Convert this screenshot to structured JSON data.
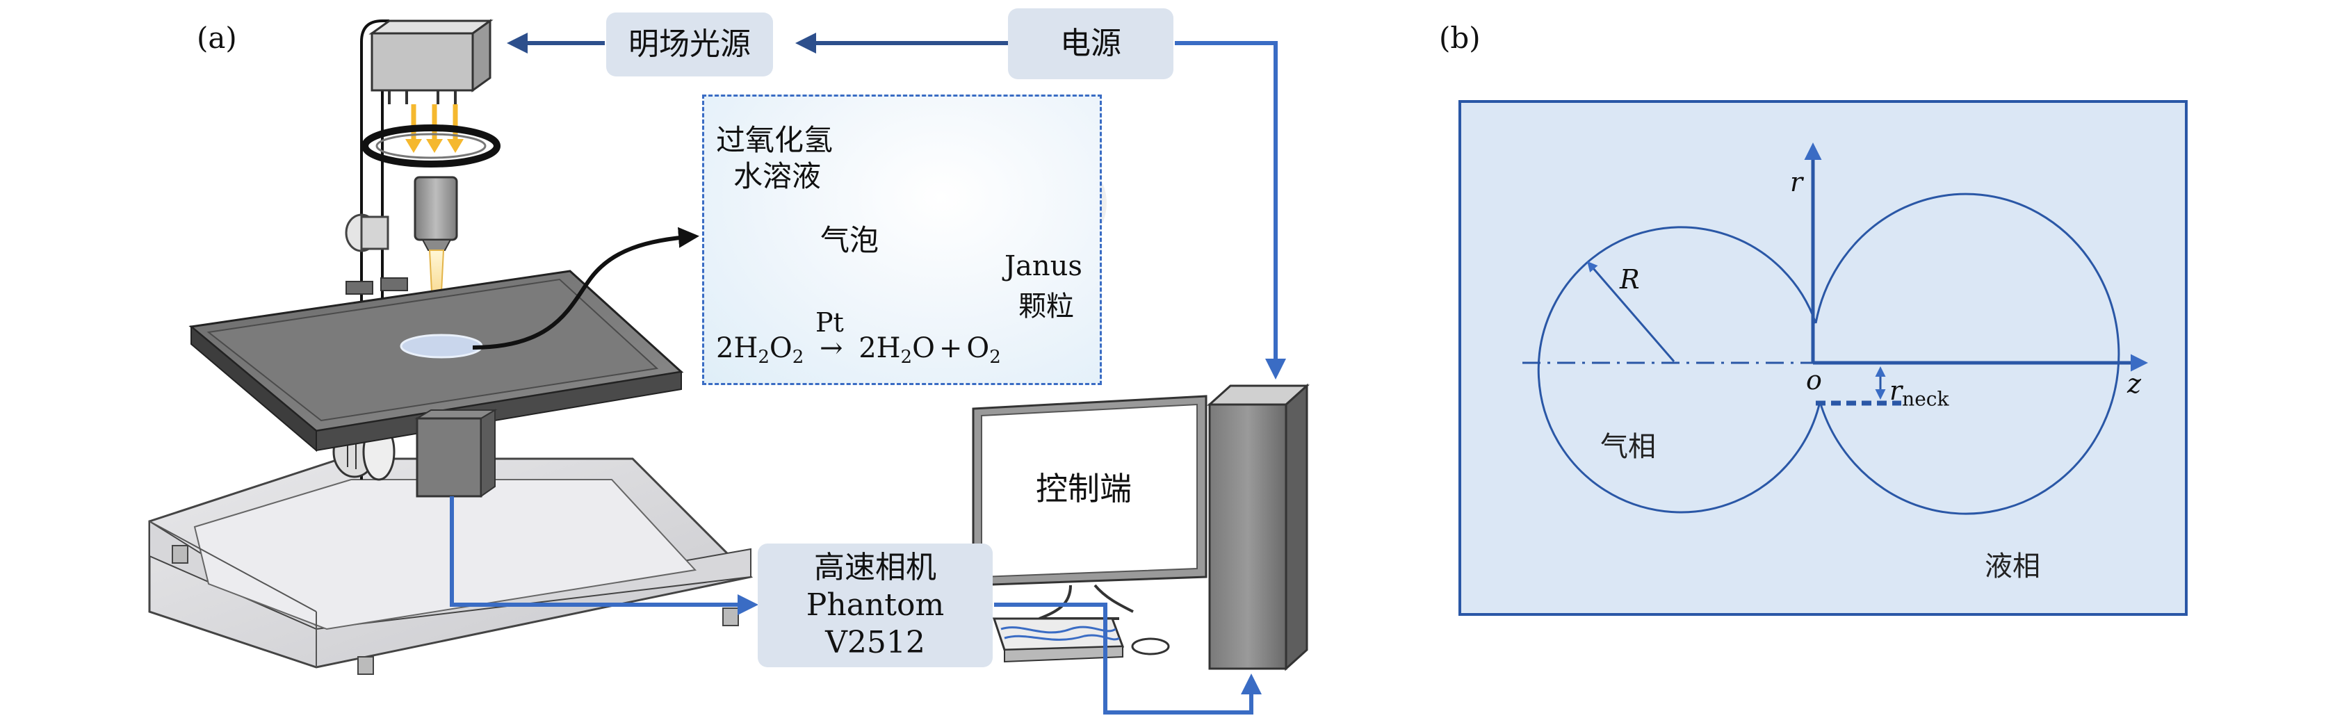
{
  "panels": {
    "a": "(a)",
    "b": "(b)"
  },
  "boxes": {
    "light_source": "明场光源",
    "power": "电源",
    "camera_line1": "高速相机",
    "camera_line2": "Phantom",
    "camera_line3": "V2512"
  },
  "monitor_text": "控制端",
  "inset": {
    "solution_line1": "过氧化氢",
    "solution_line2": "水溶液",
    "bubble": "气泡",
    "particle_line1": "Janus",
    "particle_line2": "颗粒",
    "reaction": {
      "reactant_coef": "2H",
      "reactant_sub": "2",
      "reactant_o": "O",
      "reactant_o_sub": "2",
      "catalyst": "Pt",
      "arrow": "→",
      "product1": "2H",
      "product1_sub": "2",
      "product1_o": "O",
      "plus": "+",
      "product2": "O",
      "product2_sub": "2"
    }
  },
  "schematic_b": {
    "R": "R",
    "r": "r",
    "z": "z",
    "o": "o",
    "r_neck_main": "r",
    "r_neck_sub": "neck",
    "gas_phase": "气相",
    "liquid_phase": "液相"
  },
  "colors": {
    "arrow_blue": "#3a6cc4",
    "box_fill": "#dbe3ee",
    "panel_b_fill": "#dbe7f5",
    "light_yellow": "#f5d36a"
  }
}
